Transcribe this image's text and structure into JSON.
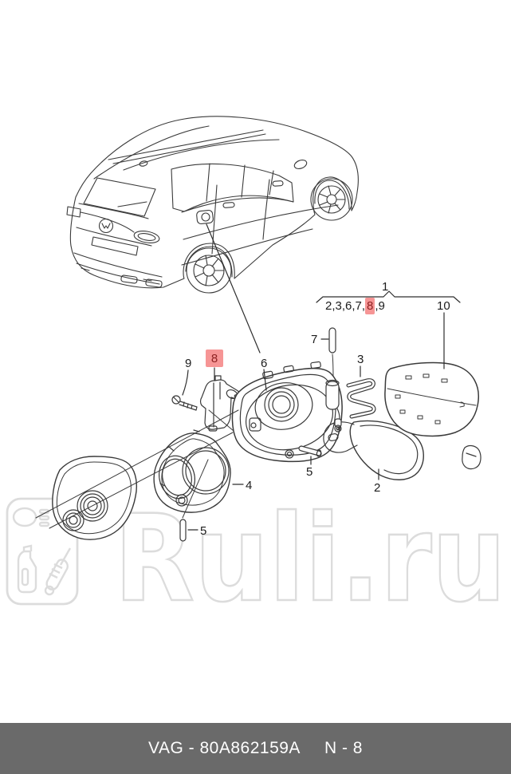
{
  "diagram": {
    "selected_part": "8",
    "callouts": {
      "c1": "1",
      "group_prefix": "2,3,6,7,",
      "group_highlight": "8",
      "group_suffix": ",9",
      "c10": "10",
      "c7": "7",
      "c3": "3",
      "c9": "9",
      "c8": "8",
      "c6": "6",
      "c5_hinge": "5",
      "c4": "4",
      "c5_seal": "5",
      "c2": "2"
    }
  },
  "watermark": {
    "text": "Ruli.ru"
  },
  "footer": {
    "catalog_code": "VAG - 80A862159A",
    "page_code": "N - 8"
  },
  "colors": {
    "highlight_bg": "#f69595",
    "highlight_text": "#8e2323",
    "footer_bg": "#6a6a6a",
    "line": "#3a3a3a",
    "watermark": "#dcdcdc"
  }
}
